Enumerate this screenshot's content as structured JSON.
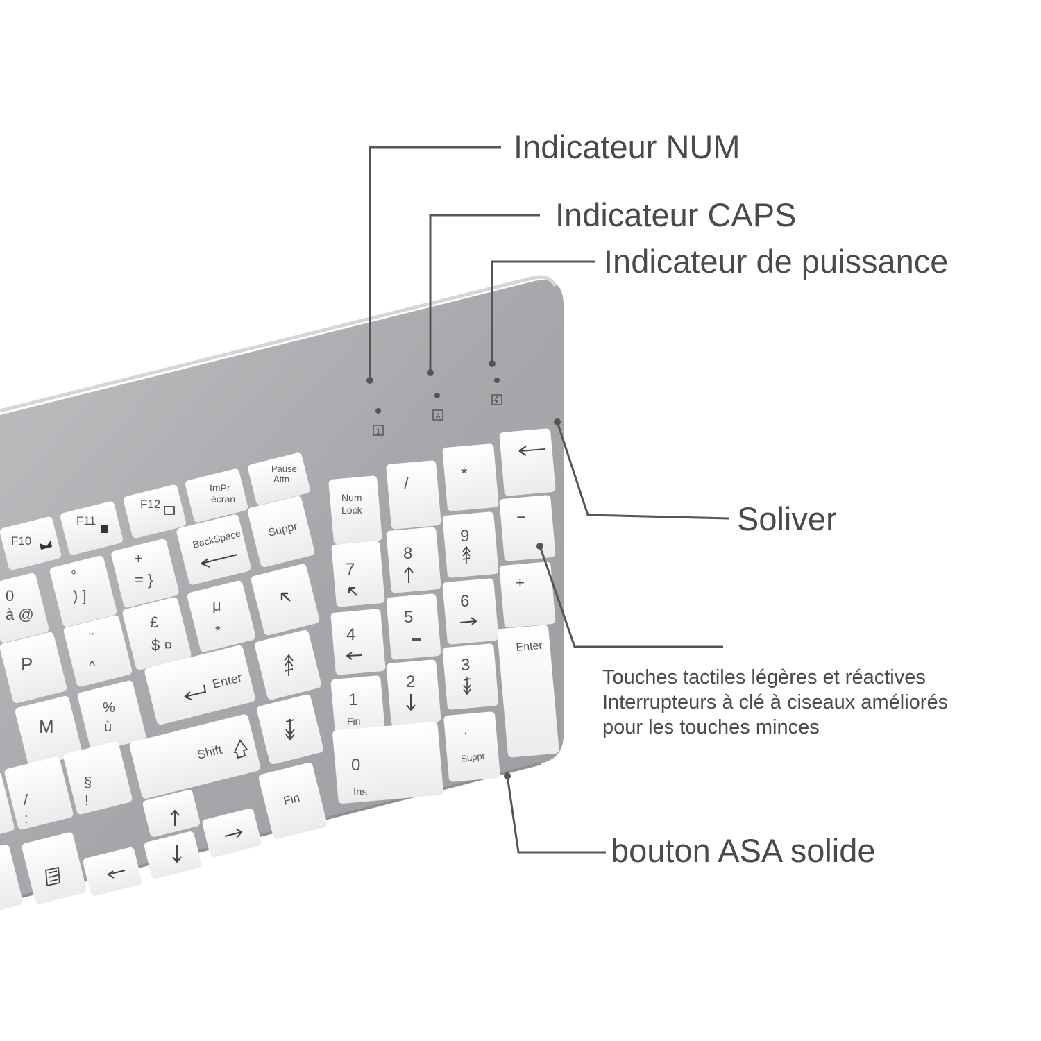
{
  "callouts": {
    "num": "Indicateur NUM",
    "caps": "Indicateur CAPS",
    "power": "Indicateur de puissance",
    "soliver": "Soliver",
    "keys_line1": "Touches tactiles légères et réactives",
    "keys_line2": "Interrupteurs à clé à ciseaux améliorés",
    "keys_line3": "pour les touches minces",
    "asa": "bouton ASA solide"
  },
  "indicator_icons": [
    "1",
    "A",
    "battery-bolt-icon"
  ],
  "keys": {
    "f10": "F10",
    "f11": "F11",
    "f12": "F12",
    "impr_1": "ImPr",
    "impr_2": "écran",
    "pause_1": "Pause",
    "pause_2": "Attn",
    "backspace": "BackSpace",
    "suppr": "Suppr",
    "plus": "+",
    "equals_brace": "= }",
    "degree": "°",
    "paren_bracket": ") ]",
    "zero": "0",
    "a_grave_at": "à @",
    "pound": "£",
    "dollar_currency": "$ ¤",
    "mu": "μ",
    "asterisk": "*",
    "umlaut": "¨",
    "caret": "^",
    "p": "P",
    "enter": "Enter",
    "percent": "%",
    "u_grave": "ù",
    "m": "M",
    "shift": "Shift",
    "section": "§",
    "exclaim": "!",
    "slash": "/",
    "colon": ":",
    "fin": "Fin",
    "num_lock_1": "Num",
    "num_lock_2": "Lock",
    "np_slash": "/",
    "np_asterisk": "*",
    "np_minus": "−",
    "np_plus": "+",
    "np_7": "7",
    "np_8": "8",
    "np_9": "9",
    "np_4": "4",
    "np_5": "5",
    "np_6": "6",
    "np_1": "1",
    "np_1_sub": "Fin",
    "np_2": "2",
    "np_3": "3",
    "np_0": "0",
    "np_0_sub": "Ins",
    "np_dot": ".",
    "np_dot_sub": "Suppr",
    "np_enter": "Enter"
  },
  "colors": {
    "text": "#4a4a4a",
    "leader": "#555555",
    "body": "#a9abae",
    "key": "#ffffff"
  }
}
